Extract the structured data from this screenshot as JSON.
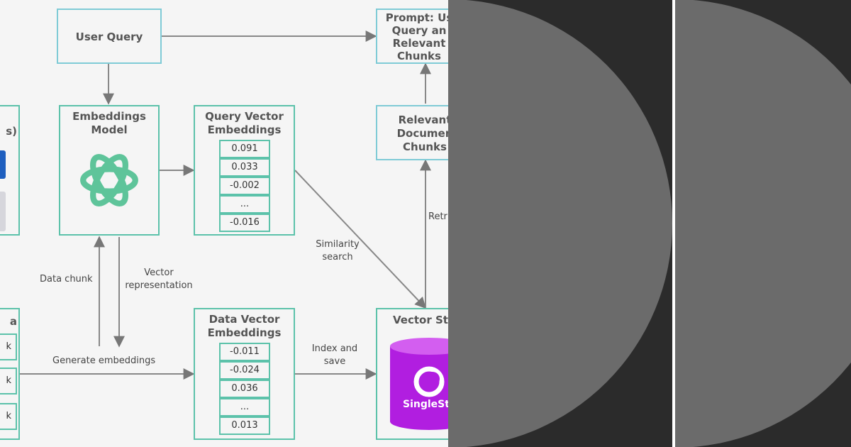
{
  "diagram": {
    "user_query": "User Query",
    "prompt_box": "Prompt: Us\nQuery an\nRelevant\nChunks",
    "left_partial_top": "s)",
    "left_partial_bottom": "a",
    "left_partial_rows": [
      "k",
      "k",
      "k"
    ],
    "embeddings_model": "Embeddings\nModel",
    "query_vector": {
      "title": "Query Vector\nEmbeddings",
      "values": [
        "0.091",
        "0.033",
        "-0.002",
        "...",
        "-0.016"
      ]
    },
    "relevant_docs": "Relevant\nDocumen\nChunks",
    "data_vector": {
      "title": "Data Vector\nEmbeddings",
      "values": [
        "-0.011",
        "-0.024",
        "0.036",
        "...",
        "0.013"
      ]
    },
    "vector_store": "Vector Sto",
    "singlestore_label": "SingleStor",
    "labels": {
      "similarity": "Similarity\nsearch",
      "retrieve": "Retr",
      "data_chunk": "Data chunk",
      "vector_rep": "Vector\nrepresentation",
      "generate": "Generate embeddings",
      "index_save": "Index and\nsave"
    }
  },
  "colors": {
    "green_border": "#5cc2aa",
    "blue_border": "#7fcbd6",
    "openai_green": "#5ec49a",
    "singlestore_purple": "#b11ee0",
    "circle_gray": "#6b6b6b",
    "panel_bg": "#2b2b2b"
  },
  "icons": [
    "openai-logo-icon",
    "singlestore-logo-icon"
  ]
}
